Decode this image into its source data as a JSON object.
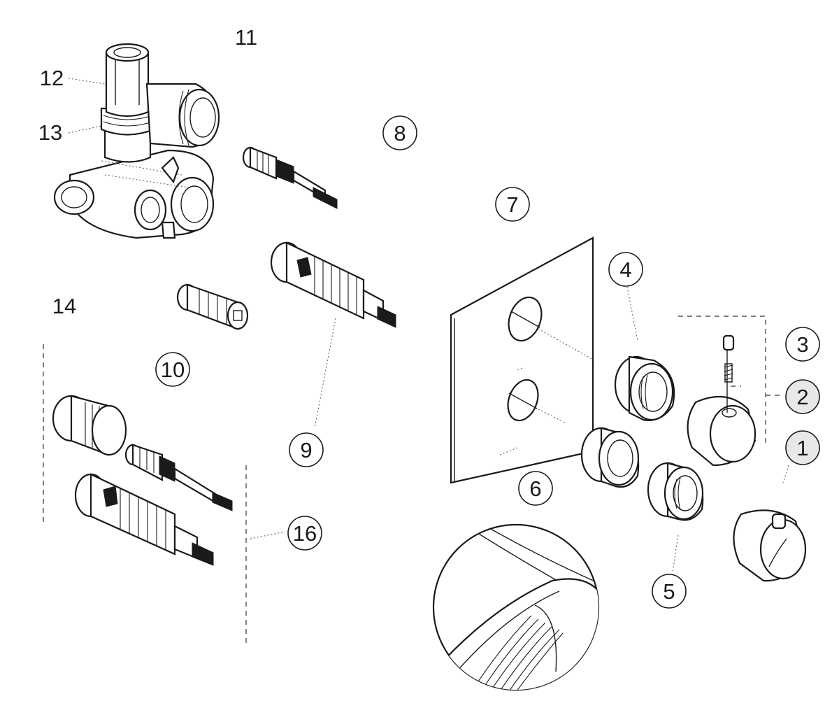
{
  "diagram": {
    "labels": {
      "l1": "1",
      "l2": "2",
      "l3": "3",
      "l4": "4",
      "l5": "5",
      "l6": "6",
      "l7": "7",
      "l8": "8",
      "l9": "9",
      "l10": "10",
      "l11": "11",
      "l12": "12",
      "l13": "13",
      "l14": "14",
      "l16": "16"
    },
    "colors": {
      "line": "#1a1a1a",
      "background": "#ffffff",
      "shade": "#e8e8e8"
    }
  }
}
